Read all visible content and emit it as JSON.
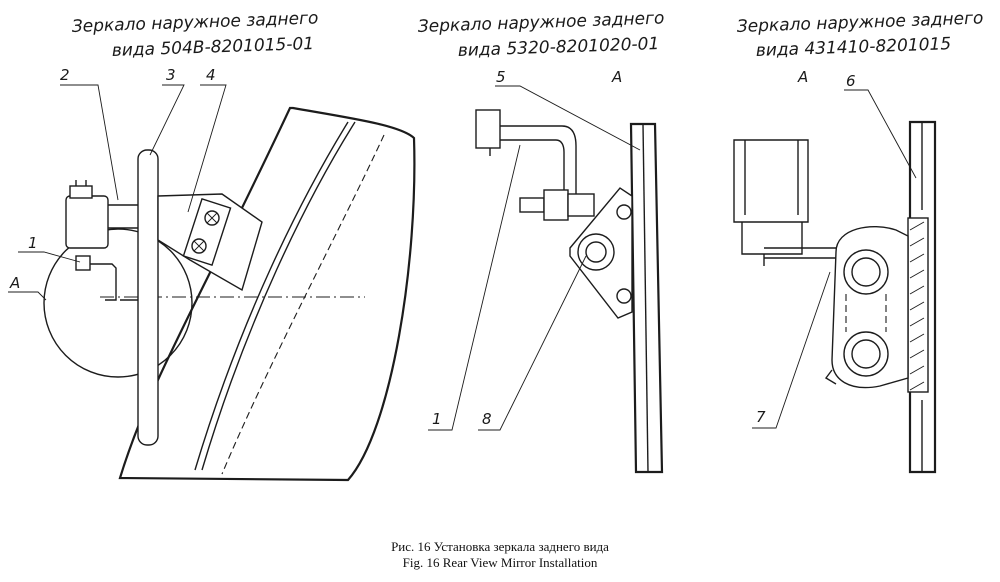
{
  "titles": {
    "left_line1": "Зеркало наружное заднего",
    "left_line2": "вида 504В-8201015-01",
    "mid_line1": "Зеркало наружное заднего",
    "mid_line2": "вида 5320-8201020-01",
    "right_line1": "Зеркало наружное заднего",
    "right_line2": "вида 431410-8201015"
  },
  "view_marks": {
    "left": "А",
    "mid": "А",
    "right": "А"
  },
  "callouts": {
    "c1_left": "1",
    "c2": "2",
    "c3": "3",
    "c4": "4",
    "c5": "5",
    "c1_mid": "1",
    "c8": "8",
    "c6": "6",
    "c7": "7"
  },
  "caption": {
    "ru": "Рис. 16  Установка зеркала заднего вида",
    "en": "Fig. 16   Rear View Mirror Installation"
  }
}
